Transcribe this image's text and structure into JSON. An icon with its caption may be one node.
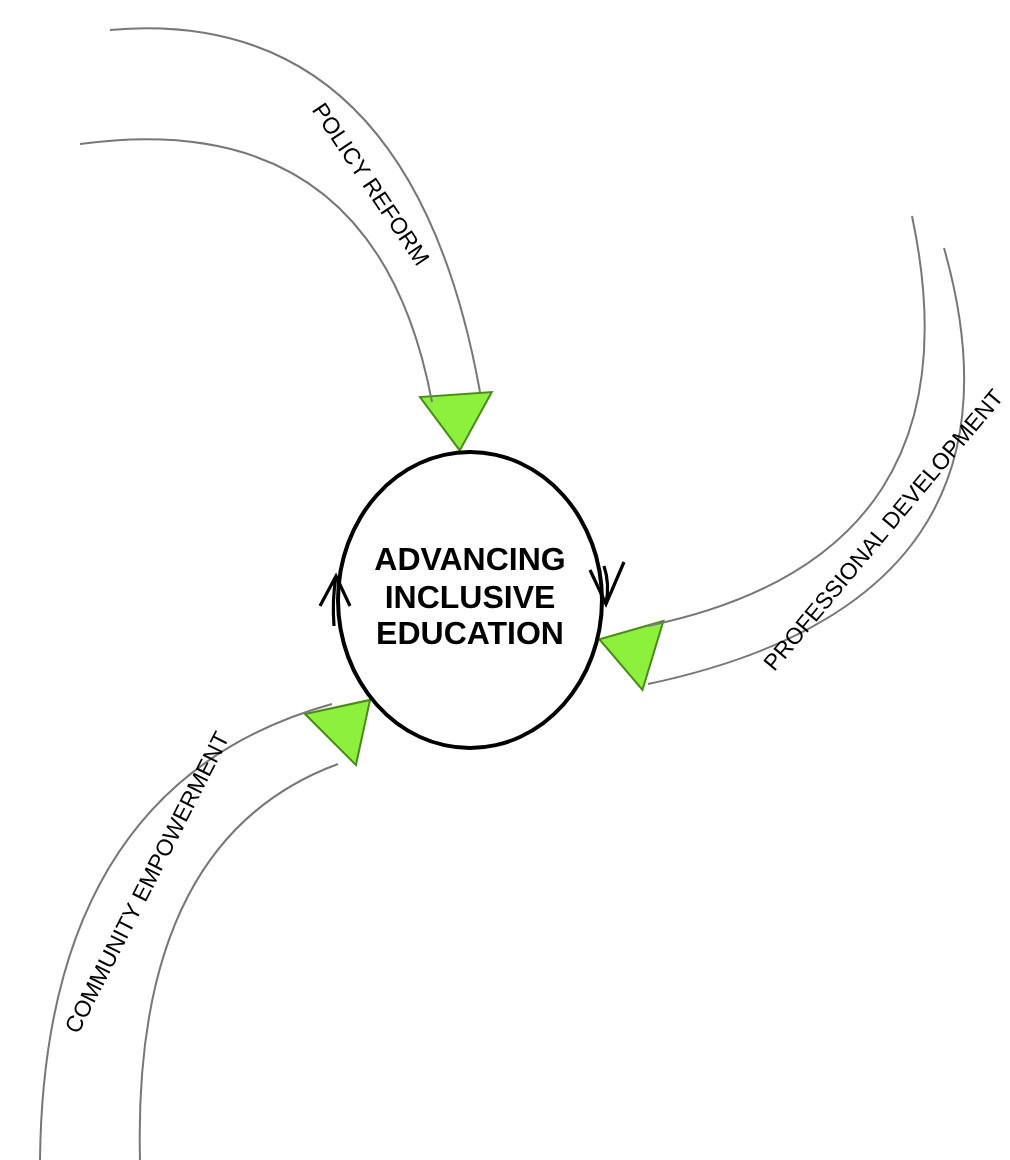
{
  "diagram": {
    "nodes": [
      {
        "text": [
          "ADVANCING INCLUSIVE EDUCATION"
        ]
      },
      {
        "text": [
          "POLICY REFORM"
        ]
      },
      {
        "text": [
          "PROFESSIONAL DEVELOPMENT"
        ]
      },
      {
        "text": [
          "COMMUNITY EMPOWERMENT"
        ]
      }
    ],
    "edges": [
      {
        "from": 1,
        "to": 0,
        "arrow": "to"
      },
      {
        "from": 2,
        "to": 0,
        "arrow": "to"
      },
      {
        "from": 3,
        "to": 0,
        "arrow": "to"
      }
    ]
  }
}
